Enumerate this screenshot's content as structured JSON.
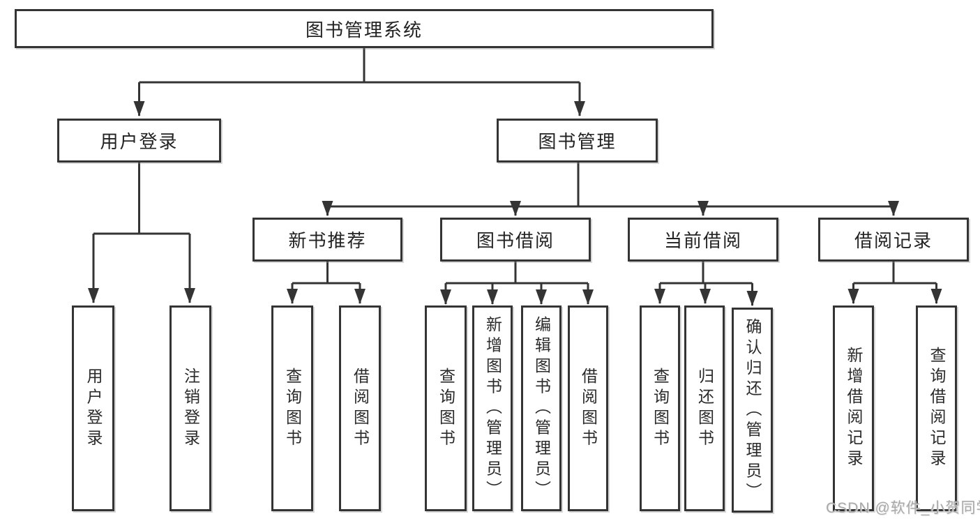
{
  "diagram": {
    "type": "hierarchy-tree",
    "title": "图书管理系统",
    "nodes": {
      "root": "图书管理系统",
      "user_login": "用户登录",
      "book_management": "图书管理",
      "new_book_recommend": "新书推荐",
      "book_borrowing": "图书借阅",
      "current_borrowing": "当前借阅",
      "borrowing_records": "借阅记录",
      "leaf_user_login": "用户登录",
      "leaf_logout": "注销登录",
      "leaf_query_books_rec": "查询图书",
      "leaf_borrow_books_rec": "借阅图书",
      "leaf_query_books_borrow": "查询图书",
      "leaf_add_book_admin": "新增图书（管理员）",
      "leaf_edit_book_admin": "编辑图书（管理员）",
      "leaf_borrow_books_borrow": "借阅图书",
      "leaf_query_books_current": "查询图书",
      "leaf_return_books": "归还图书",
      "leaf_confirm_return_admin": "确认归还（管理员）",
      "leaf_add_borrow_record": "新增借阅记录",
      "leaf_query_borrow_record": "查询借阅记录"
    },
    "edges": [
      [
        "图书管理系统",
        "用户登录"
      ],
      [
        "图书管理系统",
        "图书管理"
      ],
      [
        "用户登录",
        "用户登录(叶)"
      ],
      [
        "用户登录",
        "注销登录"
      ],
      [
        "图书管理",
        "新书推荐"
      ],
      [
        "图书管理",
        "图书借阅"
      ],
      [
        "图书管理",
        "当前借阅"
      ],
      [
        "图书管理",
        "借阅记录"
      ],
      [
        "新书推荐",
        "查询图书"
      ],
      [
        "新书推荐",
        "借阅图书"
      ],
      [
        "图书借阅",
        "查询图书"
      ],
      [
        "图书借阅",
        "新增图书（管理员）"
      ],
      [
        "图书借阅",
        "编辑图书（管理员）"
      ],
      [
        "图书借阅",
        "借阅图书"
      ],
      [
        "当前借阅",
        "查询图书"
      ],
      [
        "当前借阅",
        "归还图书"
      ],
      [
        "当前借阅",
        "确认归还（管理员）"
      ],
      [
        "借阅记录",
        "新增借阅记录"
      ],
      [
        "借阅记录",
        "查询借阅记录"
      ]
    ]
  },
  "watermark": "CSDN @软件_小贺同学",
  "colors": {
    "line": "#343434",
    "box_border": "#343434",
    "text": "#222222",
    "watermark": "#a9a9a9",
    "background": "#ffffff"
  }
}
